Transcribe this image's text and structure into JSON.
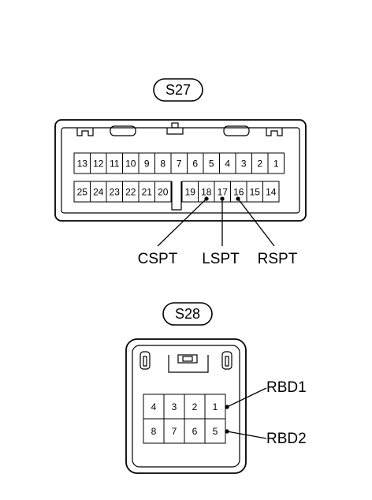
{
  "connectors": [
    {
      "id": "S27",
      "row1": [
        "13",
        "12",
        "11",
        "10",
        "9",
        "8",
        "7",
        "6",
        "5",
        "4",
        "3",
        "2",
        "1"
      ],
      "row2_left": [
        "25",
        "24",
        "23",
        "22",
        "21",
        "20"
      ],
      "row2_right": [
        "19",
        "18",
        "17",
        "16",
        "15",
        "14"
      ]
    },
    {
      "id": "S28",
      "row1": [
        "4",
        "3",
        "2",
        "1"
      ],
      "row2": [
        "8",
        "7",
        "6",
        "5"
      ]
    }
  ],
  "labels": {
    "cspt": "CSPT",
    "lspt": "LSPT",
    "rspt": "RSPT",
    "rbd1": "RBD1",
    "rbd2": "RBD2"
  }
}
